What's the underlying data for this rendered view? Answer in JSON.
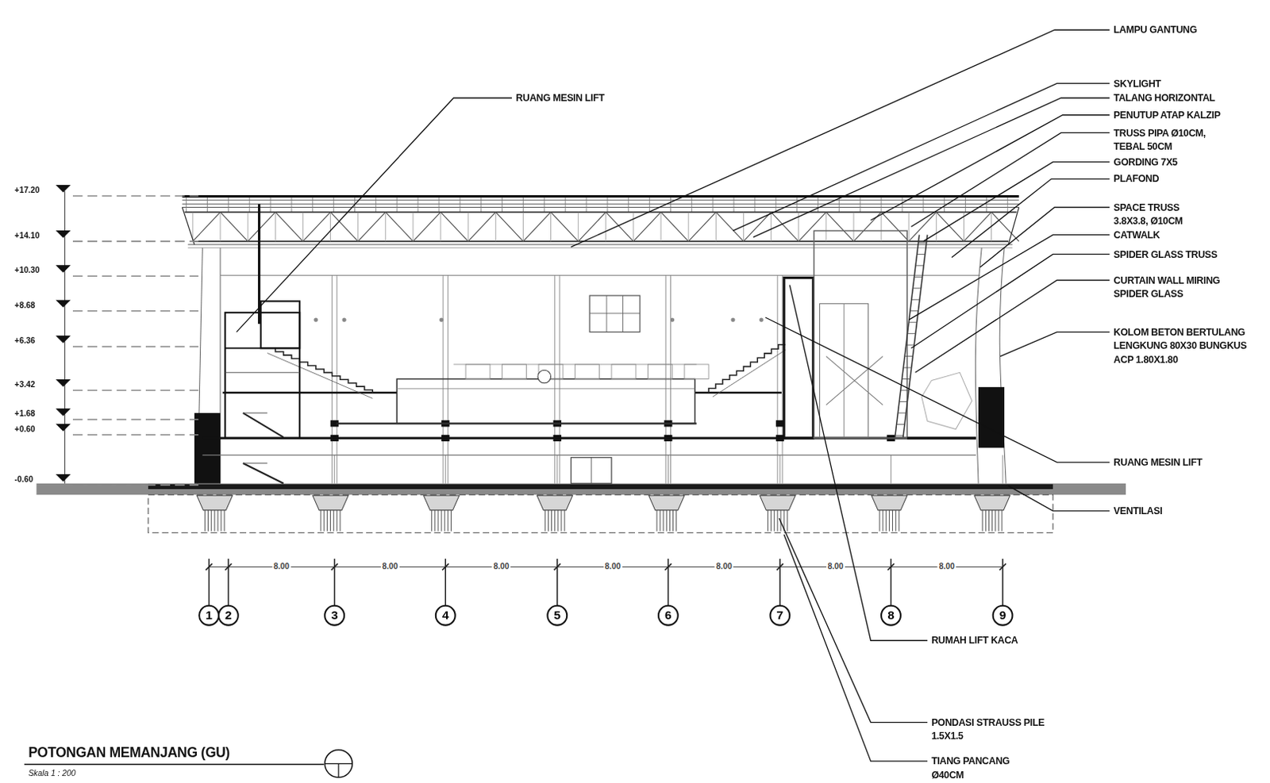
{
  "diagram": {
    "title": "POTONGAN MEMANJANG (GU)",
    "caption": "Skala 1 : 200",
    "nodes": [
      {
        "text": [
          "1"
        ]
      },
      {
        "text": [
          "2"
        ]
      },
      {
        "text": [
          "3"
        ]
      },
      {
        "text": [
          "4"
        ]
      },
      {
        "text": [
          "5"
        ]
      },
      {
        "text": [
          "6"
        ]
      },
      {
        "text": [
          "7"
        ]
      },
      {
        "text": [
          "8"
        ]
      },
      {
        "text": [
          "9"
        ]
      }
    ],
    "labels": [
      "RUANG MESIN LIFT",
      "LAMPU GANTUNG",
      "SKYLIGHT",
      "TALANG HORIZONTAL",
      "PENUTUP ATAP KALZIP",
      "TRUSS PIPA Ø10CM, TEBAL 50CM",
      "GORDING 7X5",
      "PLAFOND",
      "SPACE TRUSS 3.8X3.8, Ø10CM",
      "CATWALK",
      "SPIDER GLASS TRUSS",
      "CURTAIN WALL MIRING SPIDER GLASS",
      "KOLOM BETON BERTULANG LENGKUNG 80X30 BUNGKUS ACP 1.80X1.80",
      "RUANG MESIN LIFT",
      "VENTILASI",
      "RUMAH LIFT KACA",
      "PONDASI STRAUSS PILE 1.5X1.5",
      "TIANG PANCANG Ø40CM",
      "+17.20",
      "+14.10",
      "+10.30",
      "+8.68",
      "+6.36",
      "+3.42",
      "+1.68",
      "+0.60",
      "-0.60",
      "8.00",
      "8.00",
      "8.00",
      "8.00",
      "8.00",
      "8.00",
      "8.00"
    ]
  }
}
